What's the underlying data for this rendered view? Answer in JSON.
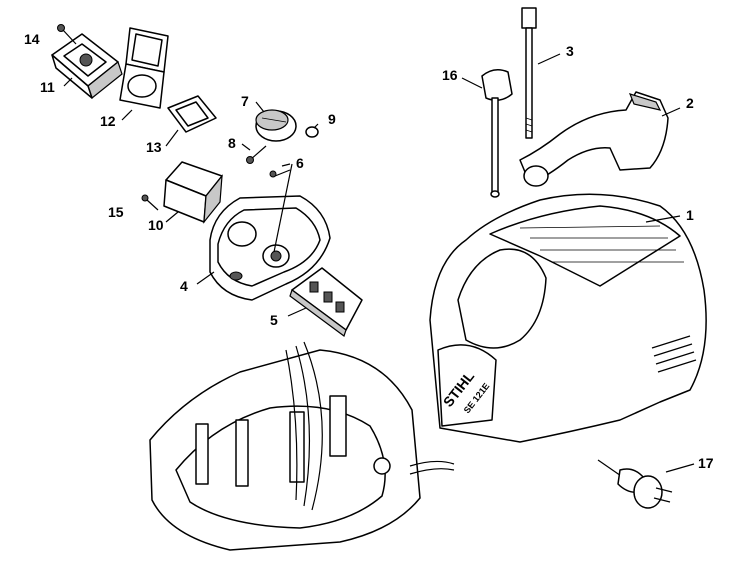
{
  "brand": {
    "name": "STIHL",
    "model": "SE 121E"
  },
  "callouts": [
    "1",
    "2",
    "3",
    "4",
    "5",
    "6",
    "7",
    "8",
    "9",
    "10",
    "11",
    "12",
    "13",
    "14",
    "15",
    "16",
    "17"
  ]
}
